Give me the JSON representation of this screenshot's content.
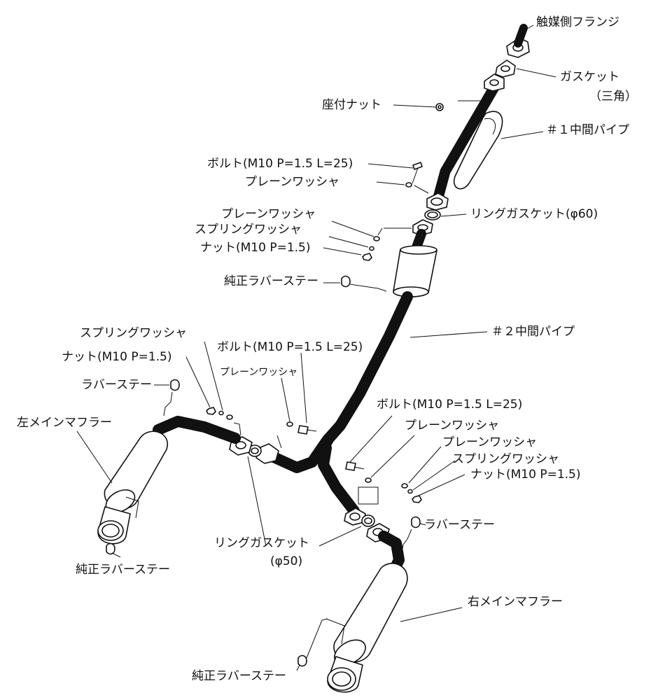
{
  "diagram": {
    "labels": {
      "catalyst_flange": "触媒側フランジ",
      "gasket": "ガスケット",
      "gasket_triangle": "（三角）",
      "seat_nut": "座付ナット",
      "mid_pipe_1": "＃１中間パイプ",
      "bolt_top": "ボルト(M10 P=1.5 L=25)",
      "plain_washer_top": "プレーンワッシャ",
      "plain_washer_2": "プレーンワッシャ",
      "spring_washer_2": "スプリングワッシャ",
      "nut_2": "ナット(M10 P=1.5)",
      "ring_gasket_60": "リングガスケット(φ60)",
      "stock_rubber_stay_top": "純正ラバーステー",
      "mid_pipe_2": "＃２中間パイプ",
      "spring_washer_left": "スプリングワッシャ",
      "nut_left": "ナット(M10 P=1.5)",
      "bolt_center": "ボルト(M10 P=1.5 L=25)",
      "plain_washer_center": "プレーンワッシャ",
      "rubber_stay_left": "ラバーステー",
      "left_main_muffler": "左メインマフラー",
      "bolt_right": "ボルト(M10 P=1.5 L=25)",
      "plain_washer_right_1": "プレーンワッシャ",
      "plain_washer_right_2": "プレーンワッシャ",
      "spring_washer_right": "スプリングワッシャ",
      "nut_right": "ナット(M10 P=1.5)",
      "rubber_stay_right": "ラバーステー",
      "ring_gasket_50": "リングガスケット",
      "ring_gasket_50_size": "(φ50)",
      "stock_rubber_stay_left": "純正ラバーステー",
      "right_main_muffler": "右メインマフラー",
      "stock_rubber_stay_bottom": "純正ラバーステー"
    }
  }
}
